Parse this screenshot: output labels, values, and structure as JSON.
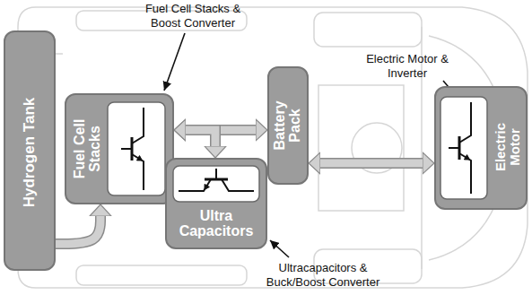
{
  "diagram": {
    "nodes": [
      {
        "text": [
          "Hydrogen Tank"
        ]
      },
      {
        "text": [
          "Fuel Cell Stacks"
        ]
      },
      {
        "text": [
          "Ultra Capacitors"
        ]
      },
      {
        "text": [
          "Battery Pack"
        ]
      },
      {
        "text": [
          "Electric Motor"
        ]
      }
    ],
    "edges": [
      {
        "from": 0,
        "to": 1,
        "arrow": "to"
      },
      {
        "from": 1,
        "to": 3,
        "arrow": "both"
      },
      {
        "from": 2,
        "to": 1,
        "arrow": "both"
      },
      {
        "from": 3,
        "to": 4,
        "arrow": "both"
      }
    ],
    "labels": [
      "Fuel Cell Stacks & Boost Converter",
      "Electric Motor & Inverter",
      "Ultracapacitors & Buck/Boost Converter"
    ]
  }
}
